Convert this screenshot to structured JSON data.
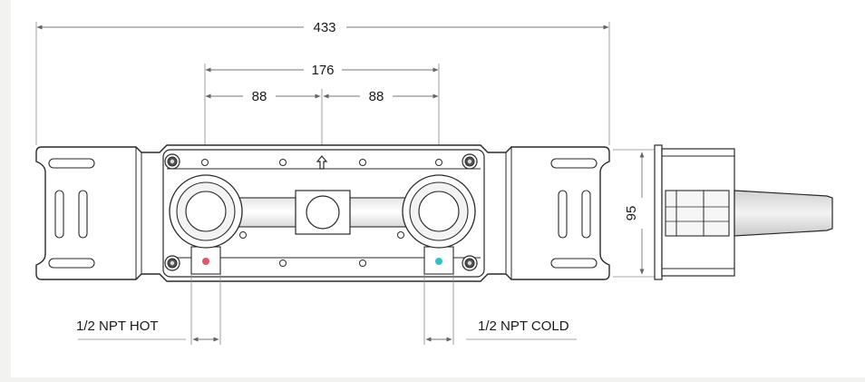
{
  "dimensions": {
    "overall_width": "433",
    "outlet_spacing": "176",
    "half_spacing_left": "88",
    "half_spacing_right": "88",
    "depth": "95"
  },
  "connections": {
    "hot_label": "1/2 NPT HOT",
    "cold_label": "1/2 NPT COLD"
  },
  "colors": {
    "background": "#f2f2f0",
    "line": "#2a2a2a",
    "dimension_line": "#777777",
    "hot_marker": "#e0566c",
    "cold_marker": "#30c2c8"
  }
}
